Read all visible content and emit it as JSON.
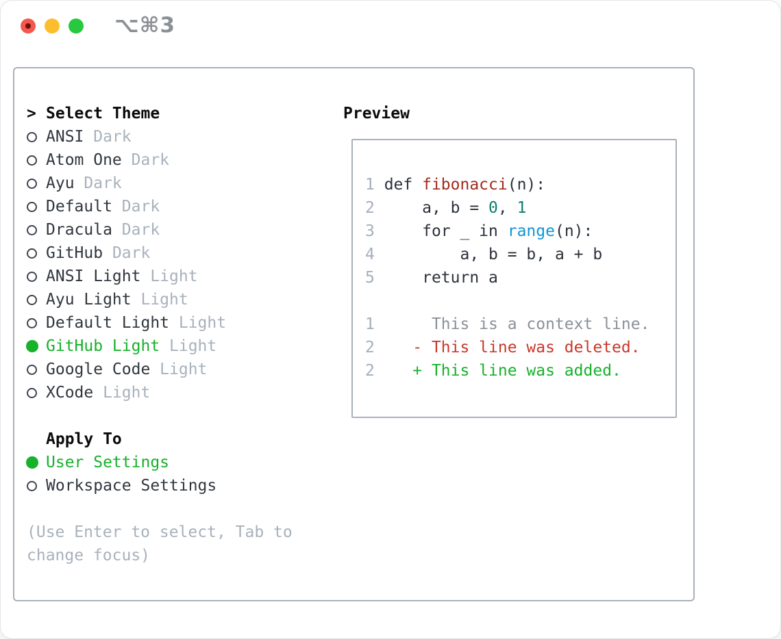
{
  "window": {
    "title": "⌥⌘3"
  },
  "colors": {
    "accent_green": "#17b12b",
    "deleted_red": "#c9382a",
    "function_red": "#a12a1d",
    "number_teal": "#0d7d74",
    "builtin_blue": "#0e95d6",
    "muted_gray": "#a8b1bc",
    "border_gray": "#a9b0ba",
    "traffic_red": "#f4574d",
    "traffic_yellow": "#fcbe2d",
    "traffic_green": "#27c93f"
  },
  "theme_select": {
    "header_marker": ">",
    "header": "Select Theme",
    "themes": [
      {
        "name": "ANSI",
        "variant": "Dark",
        "selected": false
      },
      {
        "name": "Atom One",
        "variant": "Dark",
        "selected": false
      },
      {
        "name": "Ayu",
        "variant": "Dark",
        "selected": false
      },
      {
        "name": "Default",
        "variant": "Dark",
        "selected": false
      },
      {
        "name": "Dracula",
        "variant": "Dark",
        "selected": false
      },
      {
        "name": "GitHub",
        "variant": "Dark",
        "selected": false
      },
      {
        "name": "ANSI Light",
        "variant": "Light",
        "selected": false
      },
      {
        "name": "Ayu Light",
        "variant": "Light",
        "selected": false
      },
      {
        "name": "Default Light",
        "variant": "Light",
        "selected": false
      },
      {
        "name": "GitHub Light",
        "variant": "Light",
        "selected": true
      },
      {
        "name": "Google Code",
        "variant": "Light",
        "selected": false
      },
      {
        "name": "XCode",
        "variant": "Light",
        "selected": false
      }
    ]
  },
  "apply_to": {
    "header": "Apply To",
    "options": [
      {
        "name": "User Settings",
        "selected": true
      },
      {
        "name": "Workspace Settings",
        "selected": false
      }
    ]
  },
  "hint": "(Use Enter to select, Tab to change focus)",
  "preview": {
    "header": "Preview",
    "code_lines": [
      {
        "num": "1",
        "tokens": [
          {
            "text": "def ",
            "style": "default"
          },
          {
            "text": "fibonacci",
            "style": "function"
          },
          {
            "text": "(n):",
            "style": "default"
          }
        ]
      },
      {
        "num": "2",
        "tokens": [
          {
            "text": "    a, b = ",
            "style": "default"
          },
          {
            "text": "0",
            "style": "number"
          },
          {
            "text": ", ",
            "style": "default"
          },
          {
            "text": "1",
            "style": "number"
          }
        ]
      },
      {
        "num": "3",
        "tokens": [
          {
            "text": "    for _ in ",
            "style": "default"
          },
          {
            "text": "range",
            "style": "builtin"
          },
          {
            "text": "(n):",
            "style": "default"
          }
        ]
      },
      {
        "num": "4",
        "tokens": [
          {
            "text": "        a, b = b, a + b",
            "style": "default"
          }
        ]
      },
      {
        "num": "5",
        "tokens": [
          {
            "text": "    return a",
            "style": "default"
          }
        ]
      }
    ],
    "diff_lines": [
      {
        "num": "1",
        "marker": " ",
        "text": "This is a context line.",
        "kind": "context"
      },
      {
        "num": "2",
        "marker": "-",
        "text": "This line was deleted.",
        "kind": "deleted"
      },
      {
        "num": "2",
        "marker": "+",
        "text": "This line was added.",
        "kind": "added"
      }
    ]
  }
}
